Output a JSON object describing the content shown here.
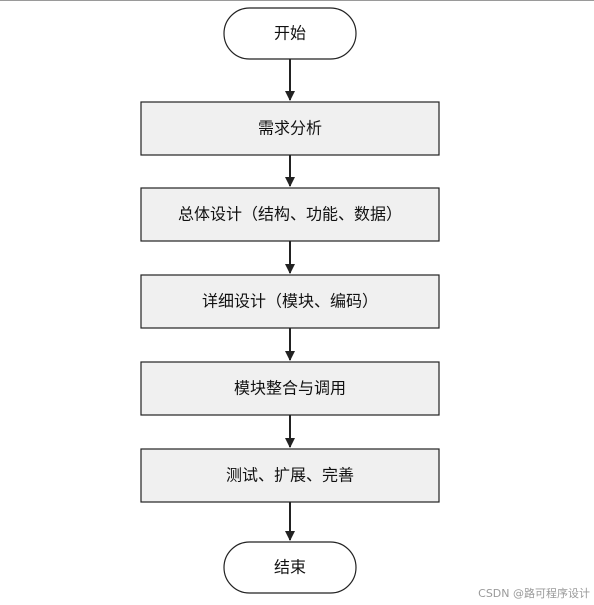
{
  "diagram": {
    "start_label": "开始",
    "steps": [
      "需求分析",
      "总体设计（结构、功能、数据）",
      "详细设计（模块、编码）",
      "模块整合与调用",
      "测试、扩展、完善"
    ],
    "end_label": "结束"
  },
  "watermark": "CSDN @路可程序设计",
  "colors": {
    "box_fill": "#f0f0f0",
    "terminal_fill": "#ffffff",
    "stroke": "#222222"
  }
}
